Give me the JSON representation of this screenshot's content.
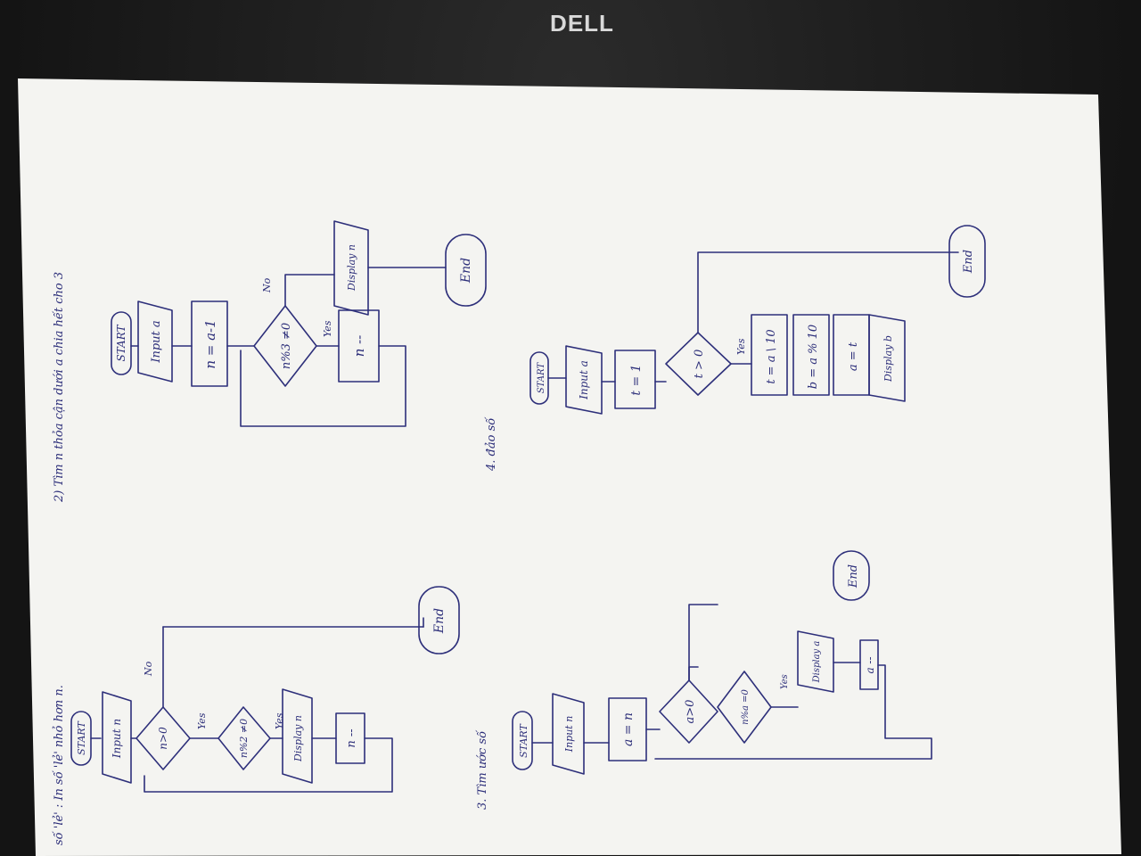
{
  "monitor": {
    "brand_logo": "DELL"
  },
  "page": {
    "heading_1": "số 'lẻ' : In số 'lẻ' nhỏ hơn n.",
    "heading_2": "2) Tìm n thỏa cận dưới a chia hết cho 3",
    "heading_3": "3. Tìm ước số",
    "heading_4": "4. đảo số",
    "colors": {
      "ink": "#2d2f7a",
      "paper": "#f4f4f1",
      "bezel": "#161616"
    }
  },
  "flow1": {
    "start": "START",
    "input": "Input n",
    "cond": "n>0",
    "no": "No",
    "yes1": "Yes",
    "cond2": "n%2 ≠0",
    "yes2": "Yes",
    "display": "Display n",
    "dec": "n --",
    "end": "End"
  },
  "flow2": {
    "start": "START",
    "input": "Input a",
    "assign": "n = a-1",
    "cond": "n%3 ≠0",
    "no": "No",
    "yes": "Yes",
    "dec": "n --",
    "display": "Display n",
    "end": "End"
  },
  "flow3": {
    "start": "START",
    "input": "Input n",
    "assign": "a = n",
    "cond": "a>0",
    "cond2": "n%a =0",
    "yes": "Yes",
    "display": "Display a",
    "dec": "a --",
    "end": "End"
  },
  "flow4": {
    "start": "START",
    "input": "Input a",
    "assign": "t = 1",
    "cond": "t > 0",
    "yes": "Yes",
    "step1": "t = a \\ 10",
    "step2": "b = a % 10",
    "step3": "a = t",
    "display": "Display b",
    "end": "End"
  }
}
